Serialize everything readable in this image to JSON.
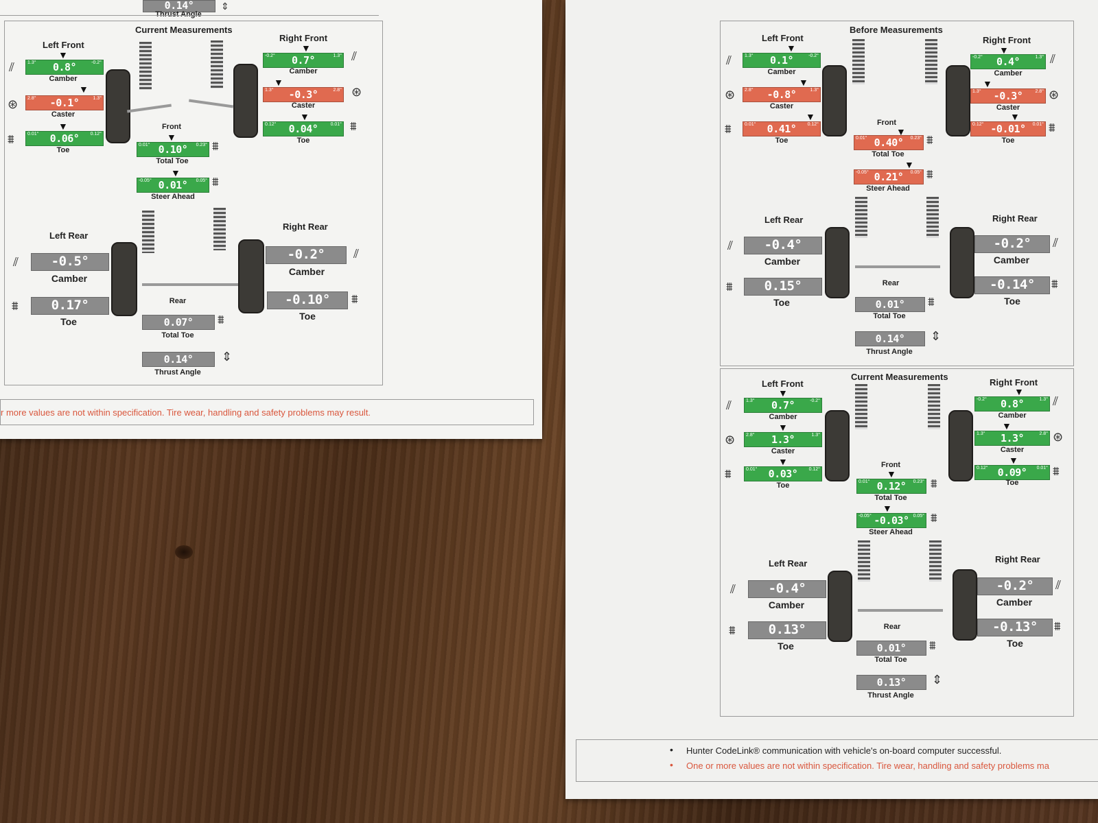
{
  "left_sheet": {
    "top_thrust": {
      "value": "0.14°",
      "label": "Thrust Angle"
    },
    "title": "Current Measurements",
    "left_front": {
      "title": "Left Front",
      "camber": {
        "value": "0.8°",
        "label": "Camber",
        "lo": "1.3°",
        "hi": "-0.2°",
        "status": "green"
      },
      "caster": {
        "value": "-0.1°",
        "label": "Caster",
        "lo": "2.8°",
        "hi": "1.3°",
        "status": "red"
      },
      "toe": {
        "value": "0.06°",
        "label": "Toe",
        "lo": "0.01°",
        "hi": "0.12°",
        "status": "green"
      }
    },
    "right_front": {
      "title": "Right Front",
      "camber": {
        "value": "0.7°",
        "label": "Camber",
        "lo": "-0.2°",
        "hi": "1.3°",
        "status": "green"
      },
      "caster": {
        "value": "-0.3°",
        "label": "Caster",
        "lo": "1.3°",
        "hi": "2.8°",
        "status": "red"
      },
      "toe": {
        "value": "0.04°",
        "label": "Toe",
        "lo": "0.12°",
        "hi": "0.01°",
        "status": "green"
      }
    },
    "front_label": "Front",
    "total_toe_front": {
      "value": "0.10°",
      "label": "Total Toe",
      "lo": "0.01°",
      "hi": "0.23°",
      "status": "green"
    },
    "steer_ahead": {
      "value": "0.01°",
      "label": "Steer Ahead",
      "lo": "-0.05°",
      "hi": "0.05°",
      "status": "green"
    },
    "left_rear": {
      "title": "Left Rear",
      "camber": {
        "value": "-0.5°",
        "label": "Camber",
        "status": "gray"
      },
      "toe": {
        "value": "0.17°",
        "label": "Toe",
        "status": "gray"
      }
    },
    "right_rear": {
      "title": "Right Rear",
      "camber": {
        "value": "-0.2°",
        "label": "Camber",
        "status": "gray"
      },
      "toe": {
        "value": "-0.10°",
        "label": "Toe",
        "status": "gray"
      }
    },
    "rear_label": "Rear",
    "total_toe_rear": {
      "value": "0.07°",
      "label": "Total Toe",
      "status": "gray"
    },
    "thrust_angle": {
      "value": "0.14°",
      "label": "Thrust Angle",
      "status": "gray"
    },
    "footer": "r more values are not within specification.  Tire wear, handling and safety problems may result."
  },
  "right_sheet": {
    "before": {
      "title": "Before Measurements",
      "left_front": {
        "title": "Left Front",
        "camber": {
          "value": "0.1°",
          "label": "Camber",
          "lo": "1.3°",
          "hi": "-0.2°",
          "status": "green"
        },
        "caster": {
          "value": "-0.8°",
          "label": "Caster",
          "lo": "2.8°",
          "hi": "1.3°",
          "status": "red"
        },
        "toe": {
          "value": "0.41°",
          "label": "Toe",
          "lo": "0.01°",
          "hi": "0.12°",
          "status": "red"
        }
      },
      "right_front": {
        "title": "Right Front",
        "camber": {
          "value": "0.4°",
          "label": "Camber",
          "lo": "-0.2°",
          "hi": "1.3°",
          "status": "green"
        },
        "caster": {
          "value": "-0.3°",
          "label": "Caster",
          "lo": "1.3°",
          "hi": "2.8°",
          "status": "red"
        },
        "toe": {
          "value": "-0.01°",
          "label": "Toe",
          "lo": "0.12°",
          "hi": "0.01°",
          "status": "red"
        }
      },
      "front_label": "Front",
      "total_toe_front": {
        "value": "0.40°",
        "label": "Total Toe",
        "lo": "0.01°",
        "hi": "0.23°",
        "status": "red"
      },
      "steer_ahead": {
        "value": "0.21°",
        "label": "Steer Ahead",
        "lo": "-0.05°",
        "hi": "0.05°",
        "status": "red"
      },
      "left_rear": {
        "title": "Left Rear",
        "camber": {
          "value": "-0.4°",
          "label": "Camber",
          "status": "gray"
        },
        "toe": {
          "value": "0.15°",
          "label": "Toe",
          "status": "gray"
        }
      },
      "right_rear": {
        "title": "Right Rear",
        "camber": {
          "value": "-0.2°",
          "label": "Camber",
          "status": "gray"
        },
        "toe": {
          "value": "-0.14°",
          "label": "Toe",
          "status": "gray"
        }
      },
      "rear_label": "Rear",
      "total_toe_rear": {
        "value": "0.01°",
        "label": "Total Toe",
        "status": "gray"
      },
      "thrust_angle": {
        "value": "0.14°",
        "label": "Thrust Angle",
        "status": "gray"
      }
    },
    "current": {
      "title": "Current Measurements",
      "left_front": {
        "title": "Left Front",
        "camber": {
          "value": "0.7°",
          "label": "Camber",
          "lo": "1.3°",
          "hi": "-0.2°",
          "status": "green"
        },
        "caster": {
          "value": "1.3°",
          "label": "Caster",
          "lo": "2.8°",
          "hi": "1.3°",
          "status": "green"
        },
        "toe": {
          "value": "0.03°",
          "label": "Toe",
          "lo": "0.01°",
          "hi": "0.12°",
          "status": "green"
        }
      },
      "right_front": {
        "title": "Right Front",
        "camber": {
          "value": "0.8°",
          "label": "Camber",
          "lo": "-0.2°",
          "hi": "1.3°",
          "status": "green"
        },
        "caster": {
          "value": "1.3°",
          "label": "Caster",
          "lo": "1.3°",
          "hi": "2.8°",
          "status": "green"
        },
        "toe": {
          "value": "0.09°",
          "label": "Toe",
          "lo": "0.12°",
          "hi": "0.01°",
          "status": "green"
        }
      },
      "front_label": "Front",
      "total_toe_front": {
        "value": "0.12°",
        "label": "Total Toe",
        "lo": "0.01°",
        "hi": "0.23°",
        "status": "green"
      },
      "steer_ahead": {
        "value": "-0.03°",
        "label": "Steer Ahead",
        "lo": "-0.05°",
        "hi": "0.05°",
        "status": "green"
      },
      "left_rear": {
        "title": "Left Rear",
        "camber": {
          "value": "-0.4°",
          "label": "Camber",
          "status": "gray"
        },
        "toe": {
          "value": "0.13°",
          "label": "Toe",
          "status": "gray"
        }
      },
      "right_rear": {
        "title": "Right Rear",
        "camber": {
          "value": "-0.2°",
          "label": "Camber",
          "status": "gray"
        },
        "toe": {
          "value": "-0.13°",
          "label": "Toe",
          "status": "gray"
        }
      },
      "rear_label": "Rear",
      "total_toe_rear": {
        "value": "0.01°",
        "label": "Total Toe",
        "status": "gray"
      },
      "thrust_angle": {
        "value": "0.13°",
        "label": "Thrust Angle",
        "status": "gray"
      }
    },
    "footer_line1": "Hunter CodeLink® communication with vehicle's on-board computer successful.",
    "footer_line2": "One or more values are not within specification.  Tire wear, handling and safety problems ma"
  },
  "colors": {
    "green": "#3aa84a",
    "red": "#e06a50",
    "gray": "#8b8b8b",
    "warning_text": "#d9573d"
  }
}
